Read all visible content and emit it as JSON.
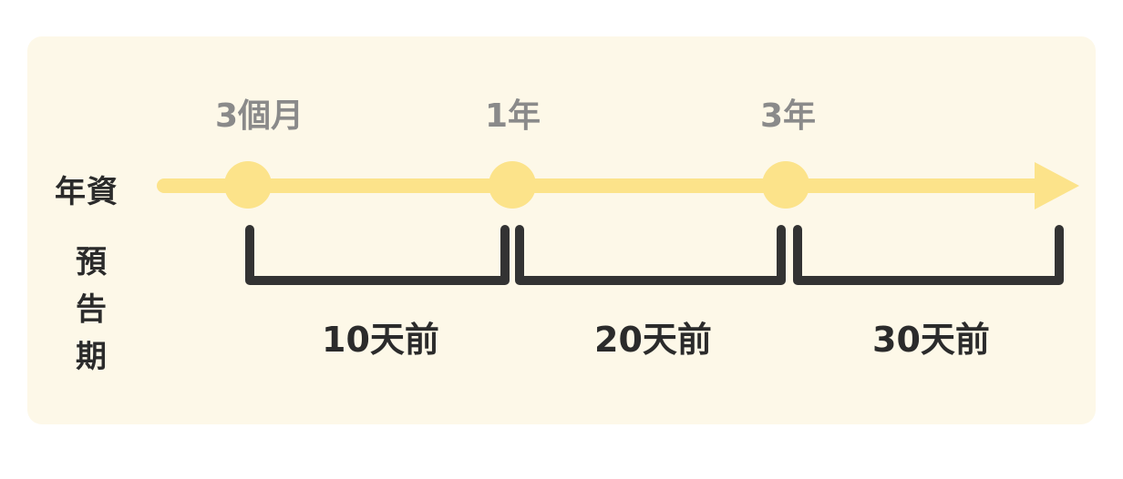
{
  "tenure_label": "年資",
  "notice_label": "預告期",
  "milestones": [
    "3個月",
    "1年",
    "3年"
  ],
  "notice_periods": [
    "10天前",
    "20天前",
    "30天前"
  ],
  "colors": {
    "panel_bg": "#fdf8e8",
    "timeline": "#fce38a",
    "bracket": "#333333",
    "milestone_text": "#8a8a8a",
    "body_text": "#2b2b2b"
  }
}
